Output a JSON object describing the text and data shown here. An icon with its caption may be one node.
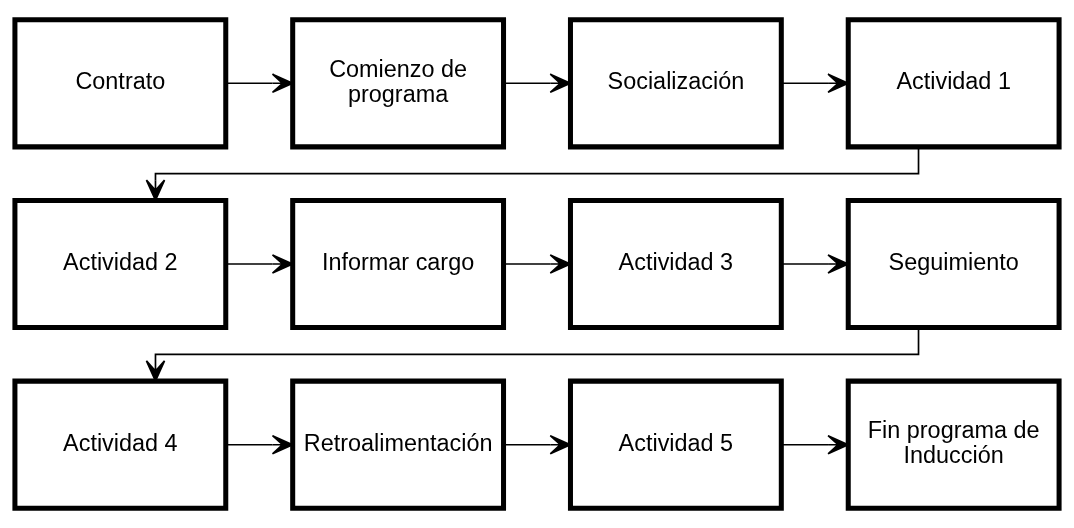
{
  "diagram": {
    "nodes": [
      {
        "text": [
          "Contrato"
        ]
      },
      {
        "text": [
          "Comienzo de programa"
        ]
      },
      {
        "text": [
          "Socialización"
        ]
      },
      {
        "text": [
          "Actividad 1"
        ]
      },
      {
        "text": [
          "Actividad 2"
        ]
      },
      {
        "text": [
          "Informar cargo"
        ]
      },
      {
        "text": [
          "Actividad 3"
        ]
      },
      {
        "text": [
          "Seguimiento"
        ]
      },
      {
        "text": [
          "Actividad 4"
        ]
      },
      {
        "text": [
          "Retroalimentación"
        ]
      },
      {
        "text": [
          "Actividad 5"
        ]
      },
      {
        "text": [
          "Fin programa de Inducción"
        ]
      }
    ],
    "edges": [
      {
        "from": 0,
        "to": 1,
        "arrow": "to"
      },
      {
        "from": 1,
        "to": 2,
        "arrow": "to"
      },
      {
        "from": 2,
        "to": 3,
        "arrow": "to"
      },
      {
        "from": 3,
        "to": 4,
        "arrow": "to"
      },
      {
        "from": 4,
        "to": 5,
        "arrow": "to"
      },
      {
        "from": 5,
        "to": 6,
        "arrow": "to"
      },
      {
        "from": 6,
        "to": 7,
        "arrow": "to"
      },
      {
        "from": 7,
        "to": 8,
        "arrow": "to"
      },
      {
        "from": 8,
        "to": 9,
        "arrow": "to"
      },
      {
        "from": 9,
        "to": 10,
        "arrow": "to"
      },
      {
        "from": 10,
        "to": 11,
        "arrow": "to"
      }
    ]
  }
}
